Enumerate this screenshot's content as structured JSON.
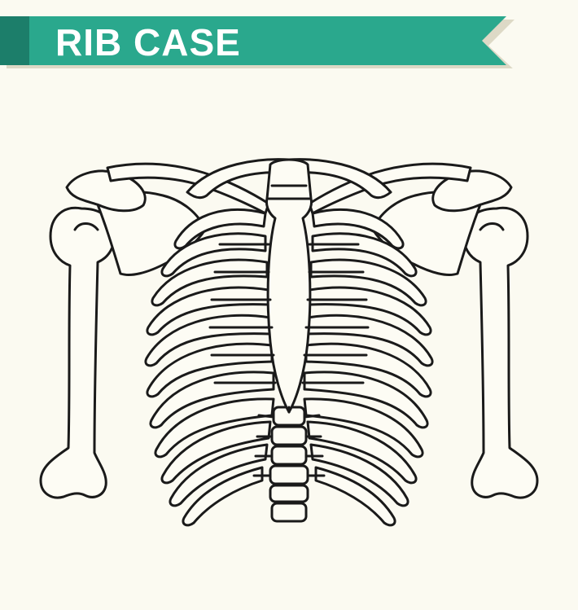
{
  "banner": {
    "title": "RIB CASE",
    "color_main": "#2aa88d",
    "color_dark": "#1c7e6a",
    "color_shadow": "#ddd9c6",
    "text_color": "#ffffff"
  },
  "illustration": {
    "background_color": "#fbfaf1",
    "fill_color": "#fdfcf4",
    "line_color": "#1a1a1a",
    "parts": [
      "clavicle",
      "scapula",
      "humerus",
      "sternum",
      "ribs",
      "spine"
    ]
  }
}
